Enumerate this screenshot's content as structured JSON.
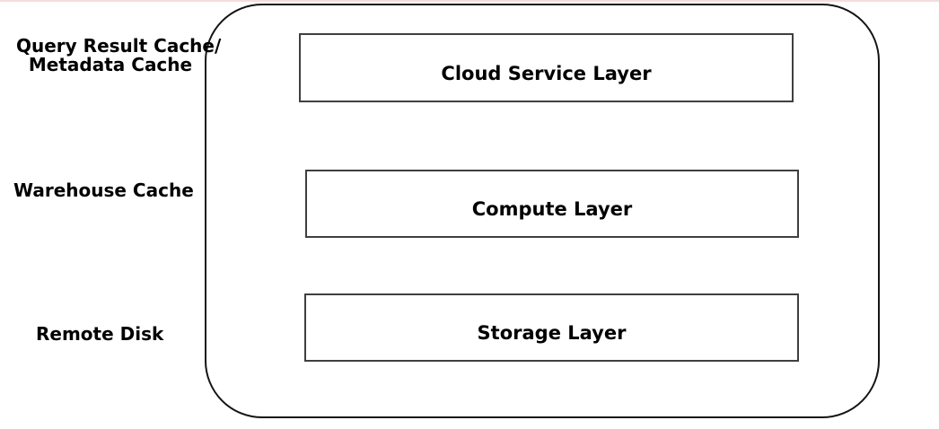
{
  "diagram": {
    "type": "architecture-layers",
    "side_labels": [
      {
        "line1": "Query Result Cache/",
        "line2": "Metadata Cache"
      },
      {
        "line1": "Warehouse Cache"
      },
      {
        "line1": "Remote Disk"
      }
    ],
    "layers": [
      {
        "label": "Cloud Service Layer"
      },
      {
        "label": "Compute Layer"
      },
      {
        "label": "Storage Layer"
      }
    ],
    "colors": {
      "background": "#ffffff",
      "outer_border": "#141414",
      "layer_box_border": "#3f3f3f",
      "text": "#000000",
      "top_edge_line": "#f2dedd"
    }
  }
}
